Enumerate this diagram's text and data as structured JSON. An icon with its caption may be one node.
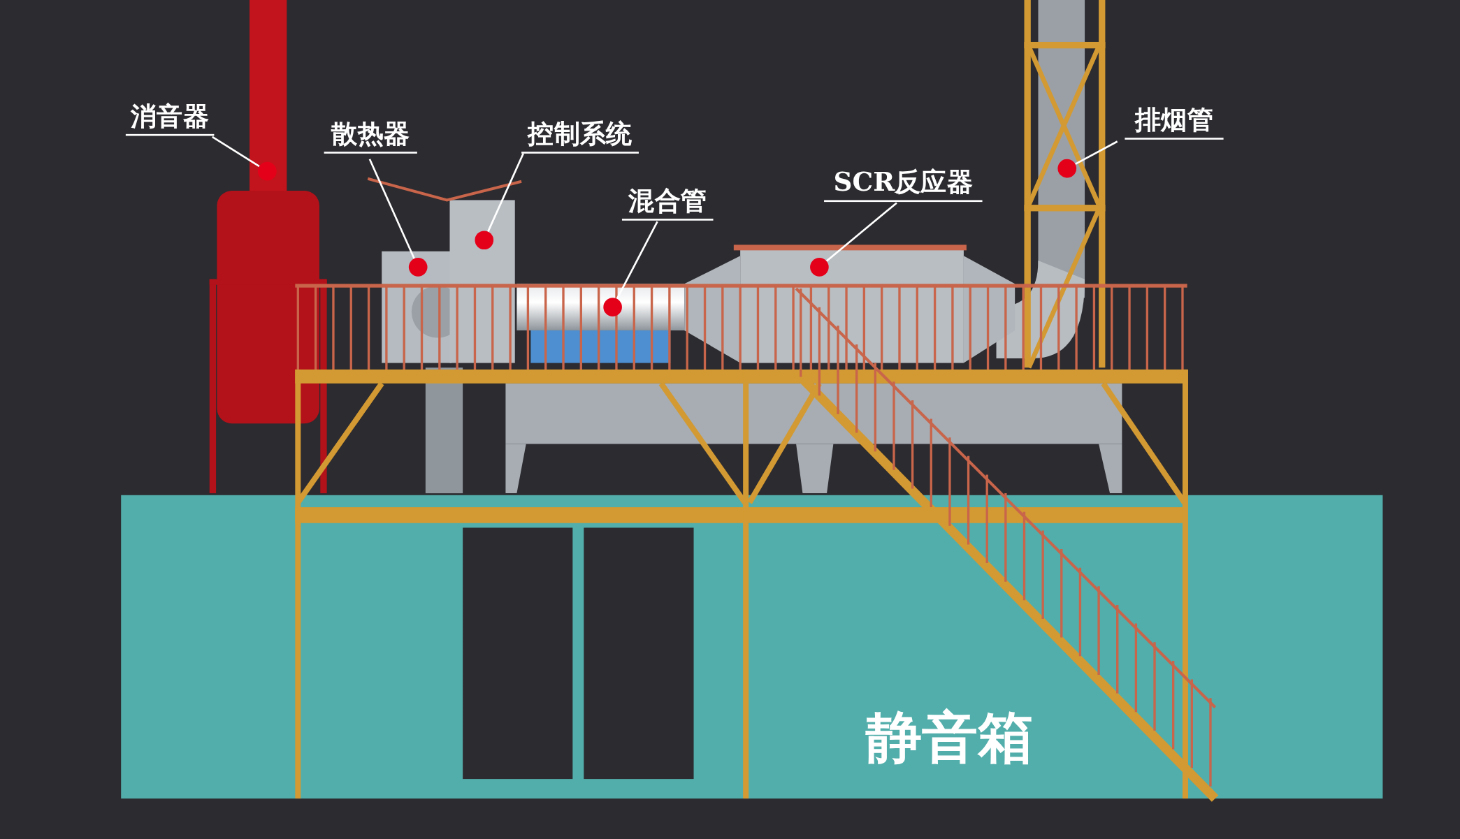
{
  "diagram": {
    "nodes": [
      {
        "text": [
          "消音器"
        ]
      },
      {
        "text": [
          "散热器"
        ]
      },
      {
        "text": [
          "控制系统"
        ]
      },
      {
        "text": [
          "混合管"
        ]
      },
      {
        "text": [
          "SCR反应器"
        ]
      },
      {
        "text": [
          "排烟管"
        ]
      },
      {
        "text": [
          "静音箱"
        ]
      },
      {
        "text": [],
        "shape": "circle"
      },
      {
        "text": [],
        "shape": "circle"
      },
      {
        "text": [],
        "shape": "circle"
      },
      {
        "text": [],
        "shape": "circle"
      },
      {
        "text": [],
        "shape": "circle"
      },
      {
        "text": [],
        "shape": "circle"
      }
    ],
    "edges": [
      {
        "from": 0,
        "to": 7,
        "arrow": "none"
      },
      {
        "from": 1,
        "to": 8,
        "arrow": "none"
      },
      {
        "from": 2,
        "to": 9,
        "arrow": "none"
      },
      {
        "from": 3,
        "to": 10,
        "arrow": "none"
      },
      {
        "from": 4,
        "to": 11,
        "arrow": "none"
      },
      {
        "from": 5,
        "to": 12,
        "arrow": "none"
      }
    ]
  }
}
